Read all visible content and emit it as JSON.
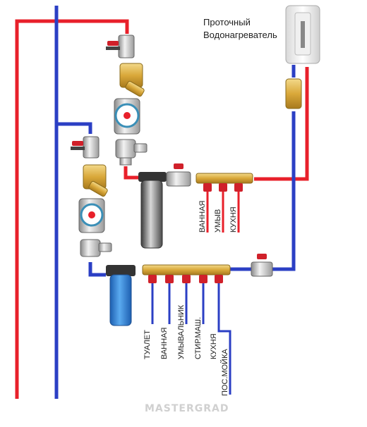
{
  "heater": {
    "label_line1": "Проточный",
    "label_line2": "Водонагреватель"
  },
  "hot_manifold": {
    "outlets": [
      "ВАННАЯ",
      "УМЫВ",
      "КУХНЯ"
    ]
  },
  "cold_manifold": {
    "outlets": [
      "ТУАЛЕТ",
      "ВАННАЯ",
      "УМЫВАЛЬНИК",
      "СТИР.МАШ.",
      "КУХНЯ"
    ],
    "extra_branch": "ПОС.МОЙКА"
  },
  "watermark": "MASTERGRAD",
  "colors": {
    "hot": "#e8202a",
    "cold": "#2b3fc4",
    "brass": "#d9a83a",
    "valve_handle": "#d0202a",
    "filter_blue": "#2e86de"
  },
  "components": [
    "ball-valve",
    "y-strainer",
    "water-meter",
    "pressure-reducer",
    "cartridge-filter",
    "manifold",
    "check-valve",
    "instant-water-heater"
  ]
}
